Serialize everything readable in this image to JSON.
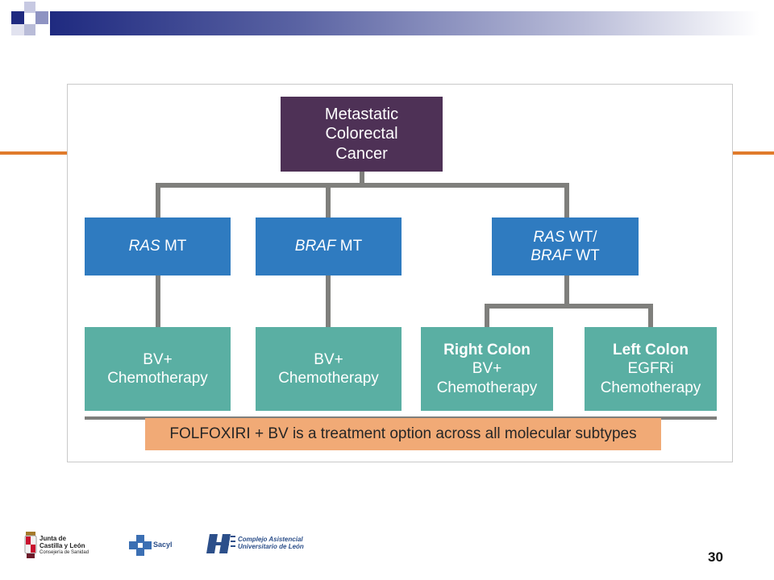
{
  "diagram": {
    "root": [
      "Metastatic",
      "Colorectal",
      "Cancer"
    ],
    "ras_mt": {
      "italic": "RAS",
      "rest": " MT"
    },
    "braf_mt": {
      "italic": "BRAF",
      "rest": " MT"
    },
    "ras_wt": {
      "line1_italic": "RAS",
      "line1_rest": " WT/",
      "line2_italic": "BRAF",
      "line2_rest": " WT"
    },
    "leaf1": [
      "BV+",
      "Chemotherapy"
    ],
    "leaf2": [
      "BV+",
      "Chemotherapy"
    ],
    "leaf3": {
      "title": "Right Colon",
      "lines": [
        "BV+",
        "Chemotherapy"
      ]
    },
    "leaf4": {
      "title": "Left Colon",
      "lines": [
        "EGFRi",
        "Chemotherapy"
      ]
    },
    "banner": "FOLFOXIRI + BV is a treatment option across all molecular subtypes"
  },
  "footer": {
    "page_number": "30",
    "logo_junta": [
      "Junta de",
      "Castilla y León",
      "Consejería de Sanidad"
    ],
    "logo_sacyl": "Sacyl",
    "logo_complejo": [
      "Complejo Asistencial",
      "Universitario de León"
    ]
  },
  "colors": {
    "root": "#4e3156",
    "mid": "#2f7bc0",
    "leaf": "#5aafa3",
    "banner": "#f1aa76",
    "connector": "#7f7f7c",
    "accent": "#e07b2c"
  }
}
